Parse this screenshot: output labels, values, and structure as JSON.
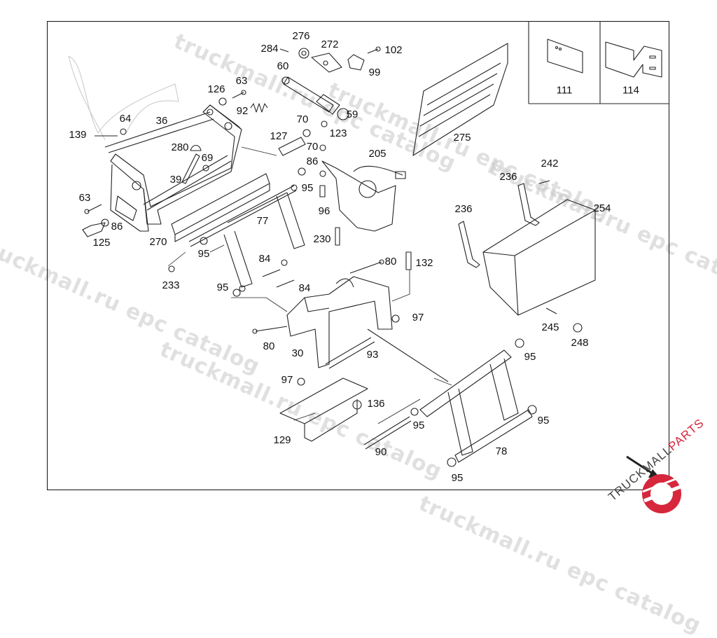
{
  "diagram": {
    "callouts": [
      {
        "id": "c276",
        "text": "276"
      },
      {
        "id": "c272",
        "text": "272"
      },
      {
        "id": "c284",
        "text": "284"
      },
      {
        "id": "c102",
        "text": "102"
      },
      {
        "id": "c60",
        "text": "60"
      },
      {
        "id": "c99",
        "text": "99"
      },
      {
        "id": "c126",
        "text": "126"
      },
      {
        "id": "c63a",
        "text": "63"
      },
      {
        "id": "c92",
        "text": "92"
      },
      {
        "id": "c59",
        "text": "59"
      },
      {
        "id": "c64",
        "text": "64"
      },
      {
        "id": "c36",
        "text": "36"
      },
      {
        "id": "c70a",
        "text": "70"
      },
      {
        "id": "c123",
        "text": "123"
      },
      {
        "id": "c139",
        "text": "139"
      },
      {
        "id": "c127",
        "text": "127"
      },
      {
        "id": "c70b",
        "text": "70"
      },
      {
        "id": "c280",
        "text": "280"
      },
      {
        "id": "c69",
        "text": "69"
      },
      {
        "id": "c205",
        "text": "205"
      },
      {
        "id": "c86a",
        "text": "86"
      },
      {
        "id": "c39",
        "text": "39"
      },
      {
        "id": "c95a",
        "text": "95"
      },
      {
        "id": "c63b",
        "text": "63"
      },
      {
        "id": "c96",
        "text": "96"
      },
      {
        "id": "c77",
        "text": "77"
      },
      {
        "id": "c86b",
        "text": "86"
      },
      {
        "id": "c230",
        "text": "230"
      },
      {
        "id": "c125",
        "text": "125"
      },
      {
        "id": "c270",
        "text": "270"
      },
      {
        "id": "c95b",
        "text": "95"
      },
      {
        "id": "c84a",
        "text": "84"
      },
      {
        "id": "c80a",
        "text": "80"
      },
      {
        "id": "c132",
        "text": "132"
      },
      {
        "id": "c233",
        "text": "233"
      },
      {
        "id": "c95c",
        "text": "95"
      },
      {
        "id": "c84b",
        "text": "84"
      },
      {
        "id": "c97a",
        "text": "97"
      },
      {
        "id": "c80b",
        "text": "80"
      },
      {
        "id": "c30",
        "text": "30"
      },
      {
        "id": "c93",
        "text": "93"
      },
      {
        "id": "c97b",
        "text": "97"
      },
      {
        "id": "c136",
        "text": "136"
      },
      {
        "id": "c129",
        "text": "129"
      },
      {
        "id": "c90",
        "text": "90"
      },
      {
        "id": "c95d",
        "text": "95"
      },
      {
        "id": "c78",
        "text": "78"
      },
      {
        "id": "c95e",
        "text": "95"
      },
      {
        "id": "c95f",
        "text": "95"
      },
      {
        "id": "c95g",
        "text": "95"
      },
      {
        "id": "c275",
        "text": "275"
      },
      {
        "id": "c236a",
        "text": "236"
      },
      {
        "id": "c242",
        "text": "242"
      },
      {
        "id": "c236b",
        "text": "236"
      },
      {
        "id": "c254",
        "text": "254"
      },
      {
        "id": "c245",
        "text": "245"
      },
      {
        "id": "c248",
        "text": "248"
      }
    ],
    "insets": [
      {
        "id": "inset111",
        "label": "111"
      },
      {
        "id": "inset114",
        "label": "114"
      }
    ]
  },
  "watermark": {
    "texts": [
      "truckmall.ru epc catalog"
    ]
  },
  "logo": {
    "text_dark": "TRUCKMALL",
    "text_red": "PARTS",
    "brand_color": "#d6273d"
  }
}
